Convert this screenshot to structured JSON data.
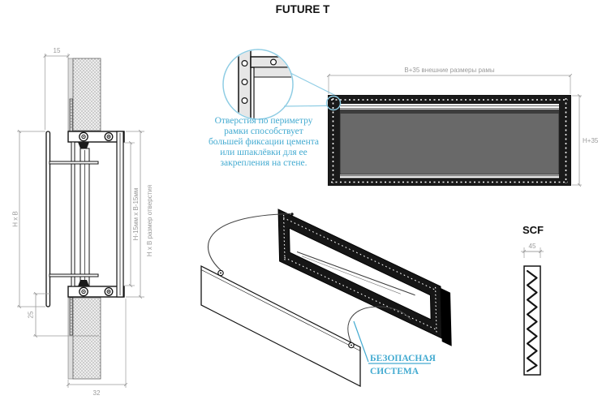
{
  "title": "FUTURE T",
  "section_view": {
    "dim_wall_offset": "15",
    "dim_grille_size": "H x B",
    "dim_overlap": "25",
    "dim_depth": "32",
    "dim_inner": "H-15мм x B-15мм",
    "dim_opening": "H x B размер отверстия"
  },
  "detail_note": {
    "lines": [
      "Отверстия по периметру",
      "рамки способствует",
      "большей фиксации цемента",
      "или шпаклёвки  для ее",
      "закрепления на стене."
    ]
  },
  "front_view": {
    "dim_width": "B+35 внешние размеры рамы",
    "dim_height": "H+35"
  },
  "exploded_view": {
    "safety_label_line1": "БЕЗОПАСНАЯ",
    "safety_label_line2": "СИСТЕМА"
  },
  "scf": {
    "label": "SCF",
    "dim_width": "45"
  },
  "colors": {
    "accent_blue": "#44abd1",
    "leader_blue": "#8fcde4",
    "dim_gray": "#9a9a9a",
    "panel_gray": "#696969",
    "line_black": "#141414"
  }
}
